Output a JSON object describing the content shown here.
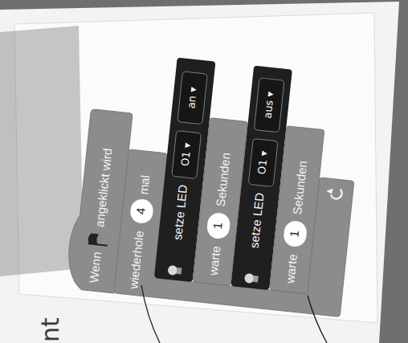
{
  "diagram": {
    "nodes": [
      {
        "text": [
          "Wenn",
          "angeklickt wird"
        ]
      },
      {
        "text": [
          "wiederhole",
          "mal"
        ]
      },
      {
        "text": [
          "4"
        ],
        "in": 1
      },
      {
        "text": [
          "setze LED"
        ],
        "in": 1
      },
      {
        "text": [
          "O1 ▾"
        ],
        "in": 3
      },
      {
        "text": [
          "an ▾"
        ],
        "in": 3
      },
      {
        "text": [
          "warte",
          "Sekunden"
        ],
        "in": 1
      },
      {
        "text": [
          "1"
        ],
        "in": 6
      },
      {
        "text": [
          "setze LED"
        ],
        "in": 1
      },
      {
        "text": [
          "O1 ▾"
        ],
        "in": 8
      },
      {
        "text": [
          "aus ▾"
        ],
        "in": 8
      },
      {
        "text": [
          "warte",
          "Sekunden"
        ],
        "in": 1
      },
      {
        "text": [
          "1"
        ],
        "in": 11
      }
    ],
    "labels": [
      "nt"
    ]
  }
}
